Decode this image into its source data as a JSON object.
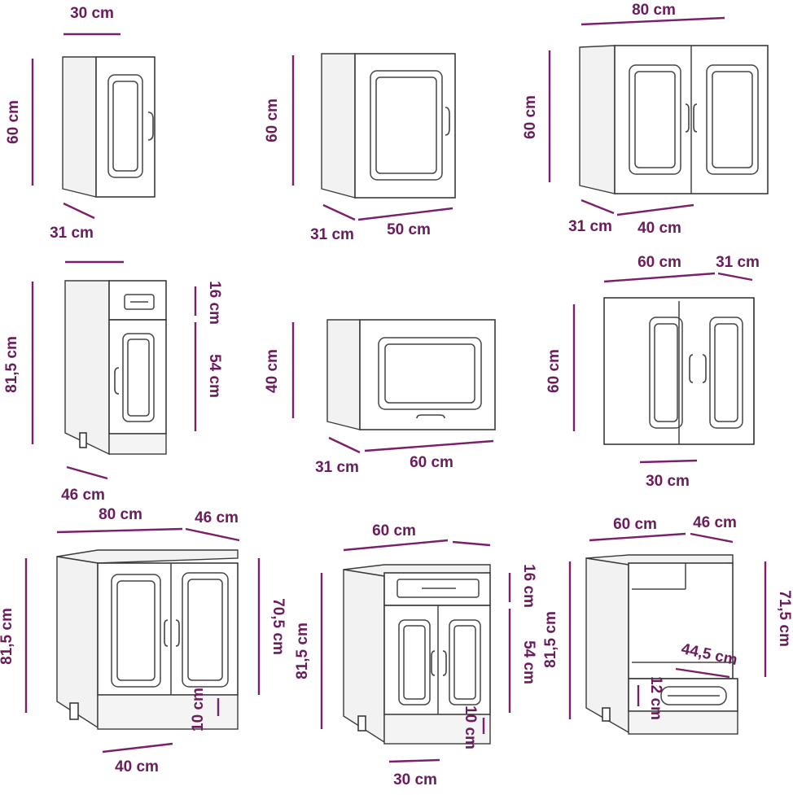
{
  "colors": {
    "dimension": "#7a1f6b",
    "outline": "#3a3a3a",
    "background": "#ffffff"
  },
  "cabinets": [
    {
      "id": "wall-30",
      "labels": [
        "30 cm",
        "60 cm",
        "31 cm"
      ]
    },
    {
      "id": "wall-50",
      "labels": [
        "60 cm",
        "31 cm",
        "50 cm"
      ]
    },
    {
      "id": "wall-80",
      "labels": [
        "80 cm",
        "60 cm",
        "31 cm",
        "40 cm"
      ]
    },
    {
      "id": "base-drawer-narrow",
      "labels": [
        "16 cm",
        "81,5 cm",
        "54 cm",
        "46 cm"
      ]
    },
    {
      "id": "wall-flap-60",
      "labels": [
        "40 cm",
        "31 cm",
        "60 cm"
      ]
    },
    {
      "id": "wall-60",
      "labels": [
        "60 cm",
        "31 cm",
        "60 cm",
        "30 cm"
      ]
    },
    {
      "id": "base-80",
      "labels": [
        "80 cm",
        "46 cm",
        "81,5 cm",
        "70,5 cm",
        "10 cm",
        "40 cm"
      ]
    },
    {
      "id": "base-drawer-60",
      "labels": [
        "60 cm",
        "16 cm",
        "81,5 cm",
        "54 cm",
        "10 cm",
        "30 cm"
      ]
    },
    {
      "id": "oven-housing-60",
      "labels": [
        "60 cm",
        "46 cm",
        "71,5 cm",
        "81,5 cm",
        "44,5 cm",
        "12 cm"
      ]
    }
  ]
}
